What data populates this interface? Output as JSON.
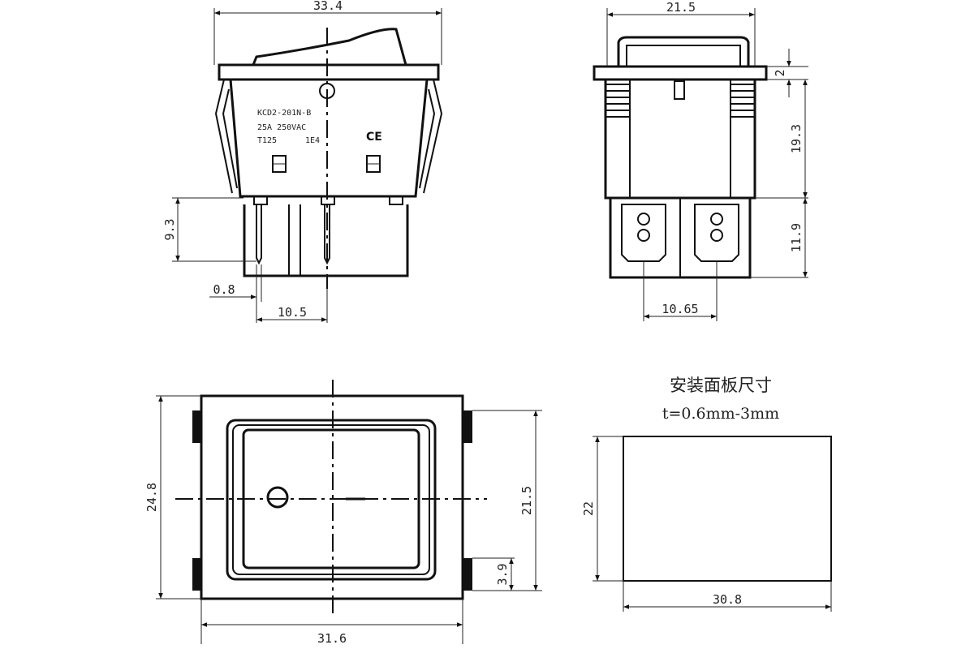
{
  "front_view": {
    "model_label": "KCD2-201N-B",
    "rating_line": "25A  250VAC",
    "temp_line": "T125",
    "cycles_line": "1E4",
    "ce_mark": "CE",
    "dim_width": "33.4",
    "dim_pin_height": "9.3",
    "dim_pin_thickness": "0.8",
    "dim_pin_offset": "10.5"
  },
  "side_view": {
    "dim_width": "21.5",
    "dim_flange": "2",
    "dim_body_height": "19.3",
    "dim_terminal_height": "11.9",
    "dim_terminal_spacing": "10.65"
  },
  "top_view": {
    "dim_height": "24.8",
    "dim_inner_height": "21.5",
    "dim_clip": "3.9",
    "dim_width": "31.6"
  },
  "panel_cutout": {
    "title": "安装面板尺寸",
    "thickness_note": "t=0.6mm-3mm",
    "dim_height": "22",
    "dim_width": "30.8"
  }
}
